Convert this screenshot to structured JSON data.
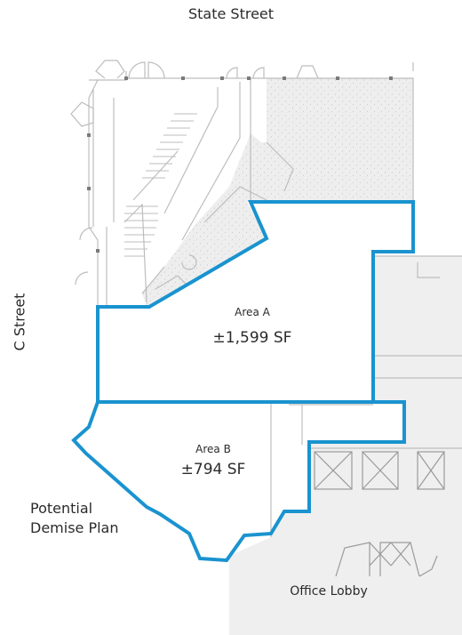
{
  "labels": {
    "street_top": "State Street",
    "street_left": "C Street",
    "area_a_name": "Area A",
    "area_a_size": "±1,599 SF",
    "area_b_name": "Area B",
    "area_b_size": "±794 SF",
    "demise_line1": "Potential",
    "demise_line2": "Demise Plan",
    "lobby": "Office Lobby"
  },
  "colors": {
    "outline": "#1a93cf",
    "lobby_fill": "#efefef",
    "speckle_fill": "#ececec",
    "wall": "#bcbcbc",
    "wall_dark": "#7a7a7a"
  }
}
